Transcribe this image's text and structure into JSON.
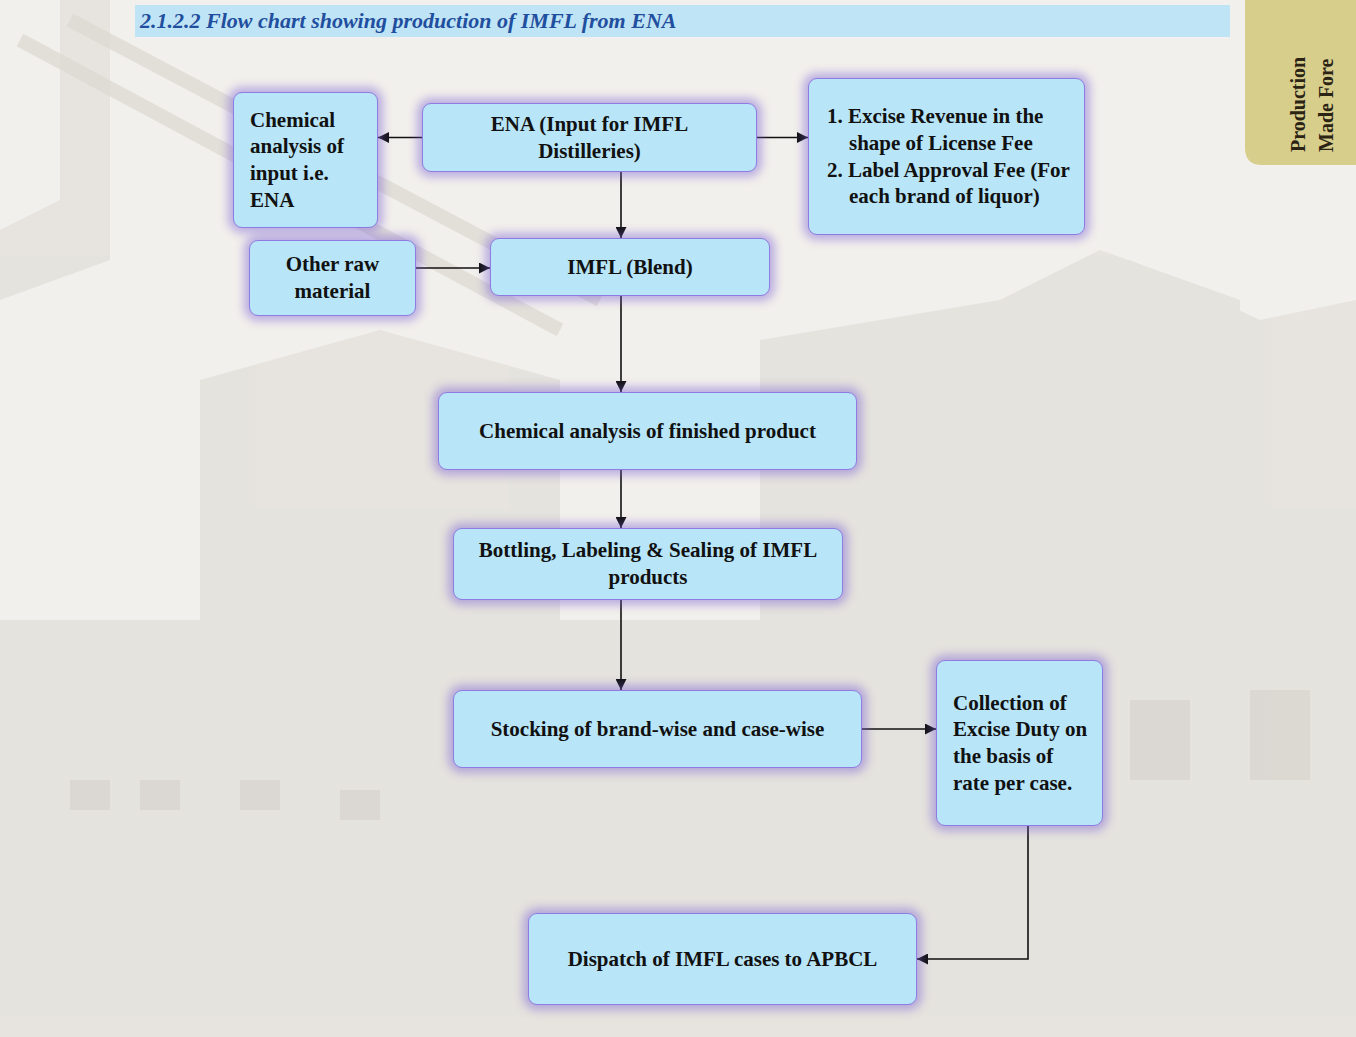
{
  "diagram": {
    "title": "2.1.2.2 Flow chart showing production of IMFL from ENA",
    "nodes": [
      {
        "text": [
          "Chemical analysis of input i.e. ENA"
        ]
      },
      {
        "text": [
          "ENA (Input for IMFL Distilleries)"
        ]
      },
      {
        "text": [
          "1. Excise Revenue in the shape of License Fee",
          "2. Label Approval Fee (For each brand of liquor)"
        ]
      },
      {
        "text": [
          "Other raw material"
        ]
      },
      {
        "text": [
          "IMFL (Blend)"
        ]
      },
      {
        "text": [
          "Chemical analysis of finished product"
        ]
      },
      {
        "text": [
          "Bottling, Labeling & Sealing of IMFL products"
        ]
      },
      {
        "text": [
          "Stocking of brand-wise and case-wise"
        ]
      },
      {
        "text": [
          "Collection of Excise Duty on the basis of rate per case."
        ]
      },
      {
        "text": [
          "Dispatch of IMFL cases to APBCL"
        ]
      }
    ],
    "edges": [
      {
        "from": 1,
        "to": 0,
        "arrow": "to"
      },
      {
        "from": 1,
        "to": 2,
        "arrow": "to"
      },
      {
        "from": 1,
        "to": 4,
        "arrow": "to"
      },
      {
        "from": 3,
        "to": 4,
        "arrow": "to"
      },
      {
        "from": 4,
        "to": 5,
        "arrow": "to"
      },
      {
        "from": 5,
        "to": 6,
        "arrow": "to"
      },
      {
        "from": 6,
        "to": 7,
        "arrow": "to"
      },
      {
        "from": 7,
        "to": 8,
        "arrow": "to"
      },
      {
        "from": 8,
        "to": 9,
        "arrow": "to"
      }
    ],
    "labels": [
      "Production",
      "Made Fore"
    ]
  }
}
